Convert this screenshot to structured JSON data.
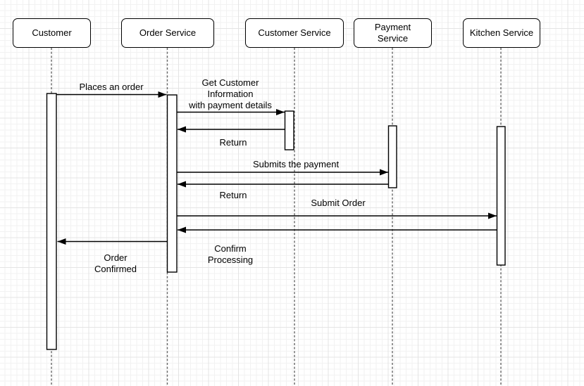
{
  "colors": {
    "background": "#ffffff",
    "grid_minor": "#f2f2f2",
    "grid_major": "#e4e4e4",
    "shape_stroke": "#000000",
    "shape_fill": "#ffffff",
    "lifeline": "#666666",
    "message_line": "#000000",
    "text": "#000000"
  },
  "diagram_type": "uml-sequence-diagram",
  "participants": [
    {
      "label": "Customer"
    },
    {
      "label": "Order Service"
    },
    {
      "label": "Customer Service"
    },
    {
      "label": "Payment\nService"
    },
    {
      "label": "Kitchen Service"
    }
  ],
  "messages": [
    {
      "label": "Places an order",
      "from": "Customer",
      "to": "Order Service",
      "kind": "call",
      "direction": "right"
    },
    {
      "label": "Get Customer\nInformation\nwith payment details",
      "from": "Order Service",
      "to": "Customer Service",
      "kind": "call",
      "direction": "right"
    },
    {
      "label": "Return",
      "from": "Customer Service",
      "to": "Order Service",
      "kind": "return",
      "direction": "left"
    },
    {
      "label": "Submits the payment",
      "from": "Order Service",
      "to": "Payment Service",
      "kind": "call",
      "direction": "right"
    },
    {
      "label": "Return",
      "from": "Payment Service",
      "to": "Order Service",
      "kind": "return",
      "direction": "left"
    },
    {
      "label": "Submit Order",
      "from": "Order Service",
      "to": "Kitchen Service",
      "kind": "call",
      "direction": "right"
    },
    {
      "label": "Confirm\nProcessing",
      "from": "Kitchen Service",
      "to": "Order Service",
      "kind": "return",
      "direction": "left"
    },
    {
      "label": "Order\nConfirmed",
      "from": "Order Service",
      "to": "Customer",
      "kind": "return",
      "direction": "left"
    }
  ]
}
